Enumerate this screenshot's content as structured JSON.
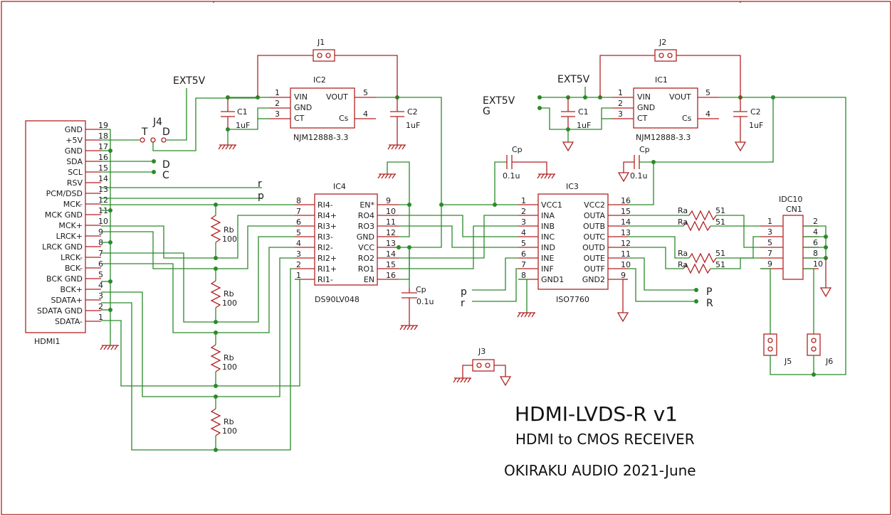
{
  "title": {
    "main": "HDMI-LVDS-R v1",
    "sub": "HDMI to CMOS RECEIVER",
    "credit": "OKIRAKU AUDIO 2021-June"
  },
  "hdmi": {
    "ref": "HDMI1",
    "pins": [
      {
        "num": "19",
        "label": "GND"
      },
      {
        "num": "18",
        "label": "+5V"
      },
      {
        "num": "17",
        "label": "GND"
      },
      {
        "num": "16",
        "label": "SDA"
      },
      {
        "num": "15",
        "label": "SCL"
      },
      {
        "num": "14",
        "label": "RSV"
      },
      {
        "num": "13",
        "label": "PCM/DSD"
      },
      {
        "num": "12",
        "label": "MCK-"
      },
      {
        "num": "11",
        "label": "MCK GND"
      },
      {
        "num": "10",
        "label": "MCK+"
      },
      {
        "num": "9",
        "label": "LRCK+"
      },
      {
        "num": "8",
        "label": "LRCK GND"
      },
      {
        "num": "7",
        "label": "LRCK-"
      },
      {
        "num": "6",
        "label": "BCK-"
      },
      {
        "num": "5",
        "label": "BCK GND"
      },
      {
        "num": "4",
        "label": "BCK+"
      },
      {
        "num": "3",
        "label": "SDATA+"
      },
      {
        "num": "2",
        "label": "SDATA GND"
      },
      {
        "num": "1",
        "label": "SDATA-"
      }
    ]
  },
  "ic4": {
    "ref": "IC4",
    "part": "DS90LV048",
    "left": [
      {
        "num": "8",
        "label": "RI4-"
      },
      {
        "num": "7",
        "label": "RI4+"
      },
      {
        "num": "6",
        "label": "RI3+"
      },
      {
        "num": "5",
        "label": "RI3-"
      },
      {
        "num": "4",
        "label": "RI2-"
      },
      {
        "num": "3",
        "label": "RI2+"
      },
      {
        "num": "2",
        "label": "RI1+"
      },
      {
        "num": "1",
        "label": "RI1-"
      }
    ],
    "right": [
      {
        "num": "9",
        "label": "EN*"
      },
      {
        "num": "10",
        "label": "RO4"
      },
      {
        "num": "11",
        "label": "RO3"
      },
      {
        "num": "12",
        "label": "GND"
      },
      {
        "num": "13",
        "label": "VCC"
      },
      {
        "num": "14",
        "label": "RO2"
      },
      {
        "num": "15",
        "label": "RO1"
      },
      {
        "num": "16",
        "label": "EN"
      }
    ]
  },
  "ic3": {
    "ref": "IC3",
    "part": "ISO7760",
    "left": [
      {
        "num": "1",
        "label": "VCC1"
      },
      {
        "num": "2",
        "label": "INA"
      },
      {
        "num": "3",
        "label": "INB"
      },
      {
        "num": "4",
        "label": "INC"
      },
      {
        "num": "5",
        "label": "IND"
      },
      {
        "num": "6",
        "label": "INE"
      },
      {
        "num": "7",
        "label": "INF"
      },
      {
        "num": "8",
        "label": "GND1"
      }
    ],
    "right": [
      {
        "num": "16",
        "label": "VCC2"
      },
      {
        "num": "15",
        "label": "OUTA"
      },
      {
        "num": "14",
        "label": "OUTB"
      },
      {
        "num": "13",
        "label": "OUTC"
      },
      {
        "num": "12",
        "label": "OUTD"
      },
      {
        "num": "11",
        "label": "OUTE"
      },
      {
        "num": "10",
        "label": "OUTF"
      },
      {
        "num": "9",
        "label": "GND2"
      }
    ]
  },
  "ic2": {
    "ref": "IC2",
    "part": "NJM12888-3.3",
    "pins": [
      {
        "num": "1",
        "label": "VIN"
      },
      {
        "num": "2",
        "label": "GND"
      },
      {
        "num": "3",
        "label": "CT"
      },
      {
        "num": "5",
        "label": "VOUT"
      },
      {
        "num": "4",
        "label": "Cs"
      }
    ]
  },
  "ic1": {
    "ref": "IC1",
    "part": "NJM12888-3.3",
    "pins": [
      {
        "num": "1",
        "label": "VIN"
      },
      {
        "num": "2",
        "label": "GND"
      },
      {
        "num": "3",
        "label": "CT"
      },
      {
        "num": "5",
        "label": "VOUT"
      },
      {
        "num": "4",
        "label": "Cs"
      }
    ]
  },
  "cn1": {
    "ref1": "IDC10",
    "ref2": "CN1",
    "left": [
      "1",
      "3",
      "5",
      "7",
      "9"
    ],
    "right": [
      "2",
      "4",
      "6",
      "8",
      "10"
    ]
  },
  "caps": {
    "c1_ref": "C1",
    "c1_val": "1uF",
    "c2_ref": "C2",
    "c2_val": "1uF",
    "cp_ref": "Cp",
    "cp_val": "0.1u"
  },
  "resistors": {
    "rb_ref": "Rb",
    "rb_val": "100",
    "ra_ref": "Ra",
    "ra_val": "51"
  },
  "jumpers": {
    "j1": "J1",
    "j2": "J2",
    "j3": "J3",
    "j4": "J4",
    "j5": "J5",
    "j6": "J6"
  },
  "nets": {
    "ext5v": "EXT5V",
    "g": "G",
    "t": "T",
    "d": "D",
    "c": "C",
    "r_low": "r",
    "p_low": "p",
    "P": "P",
    "R": "R"
  }
}
